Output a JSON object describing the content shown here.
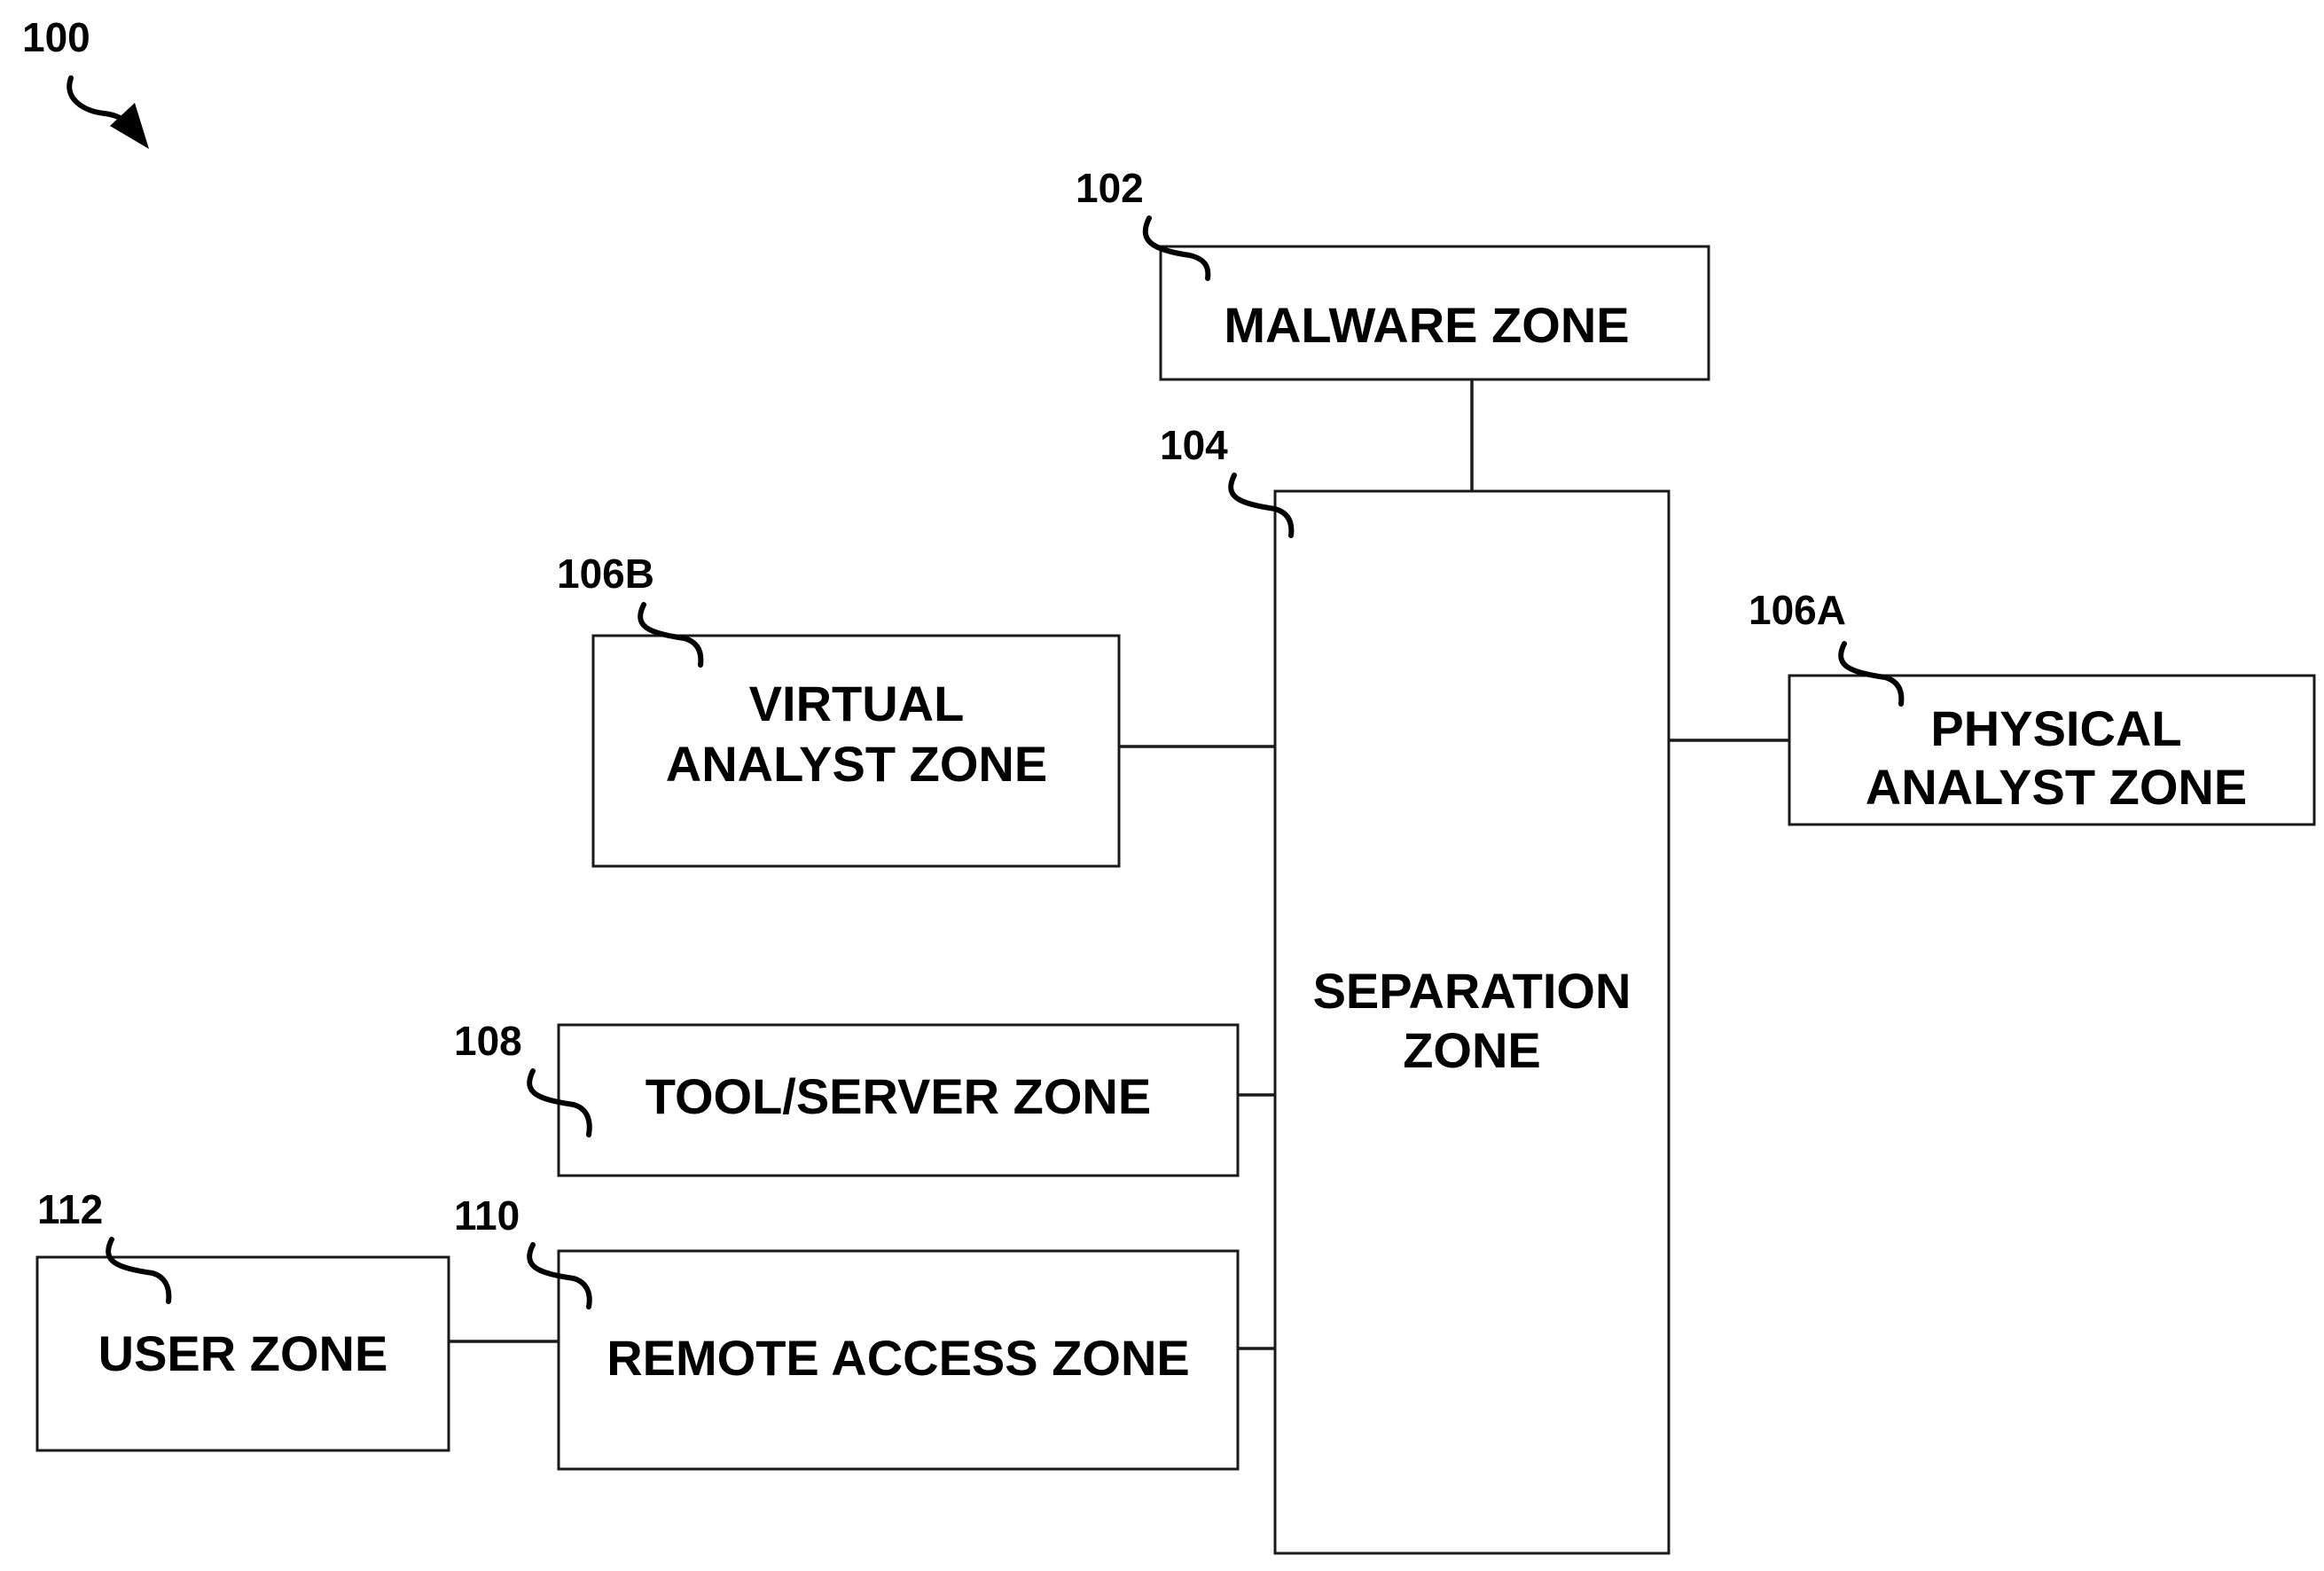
{
  "figure": {
    "ref": "100"
  },
  "zones": {
    "malware": {
      "ref": "102",
      "label_lines": [
        "MALWARE ZONE"
      ]
    },
    "separation": {
      "ref": "104",
      "label_lines": [
        "SEPARATION",
        "ZONE"
      ]
    },
    "physical_analyst": {
      "ref": "106A",
      "label_lines": [
        "PHYSICAL",
        "ANALYST ZONE"
      ]
    },
    "virtual_analyst": {
      "ref": "106B",
      "label_lines": [
        "VIRTUAL",
        "ANALYST ZONE"
      ]
    },
    "tool_server": {
      "ref": "108",
      "label_lines": [
        "TOOL/SERVER ZONE"
      ]
    },
    "remote_access": {
      "ref": "110",
      "label_lines": [
        "REMOTE ACCESS ZONE"
      ]
    },
    "user": {
      "ref": "112",
      "label_lines": [
        "USER ZONE"
      ]
    }
  },
  "colors": {
    "line": "#1a1a1a",
    "background": "#ffffff",
    "text": "#000000"
  }
}
